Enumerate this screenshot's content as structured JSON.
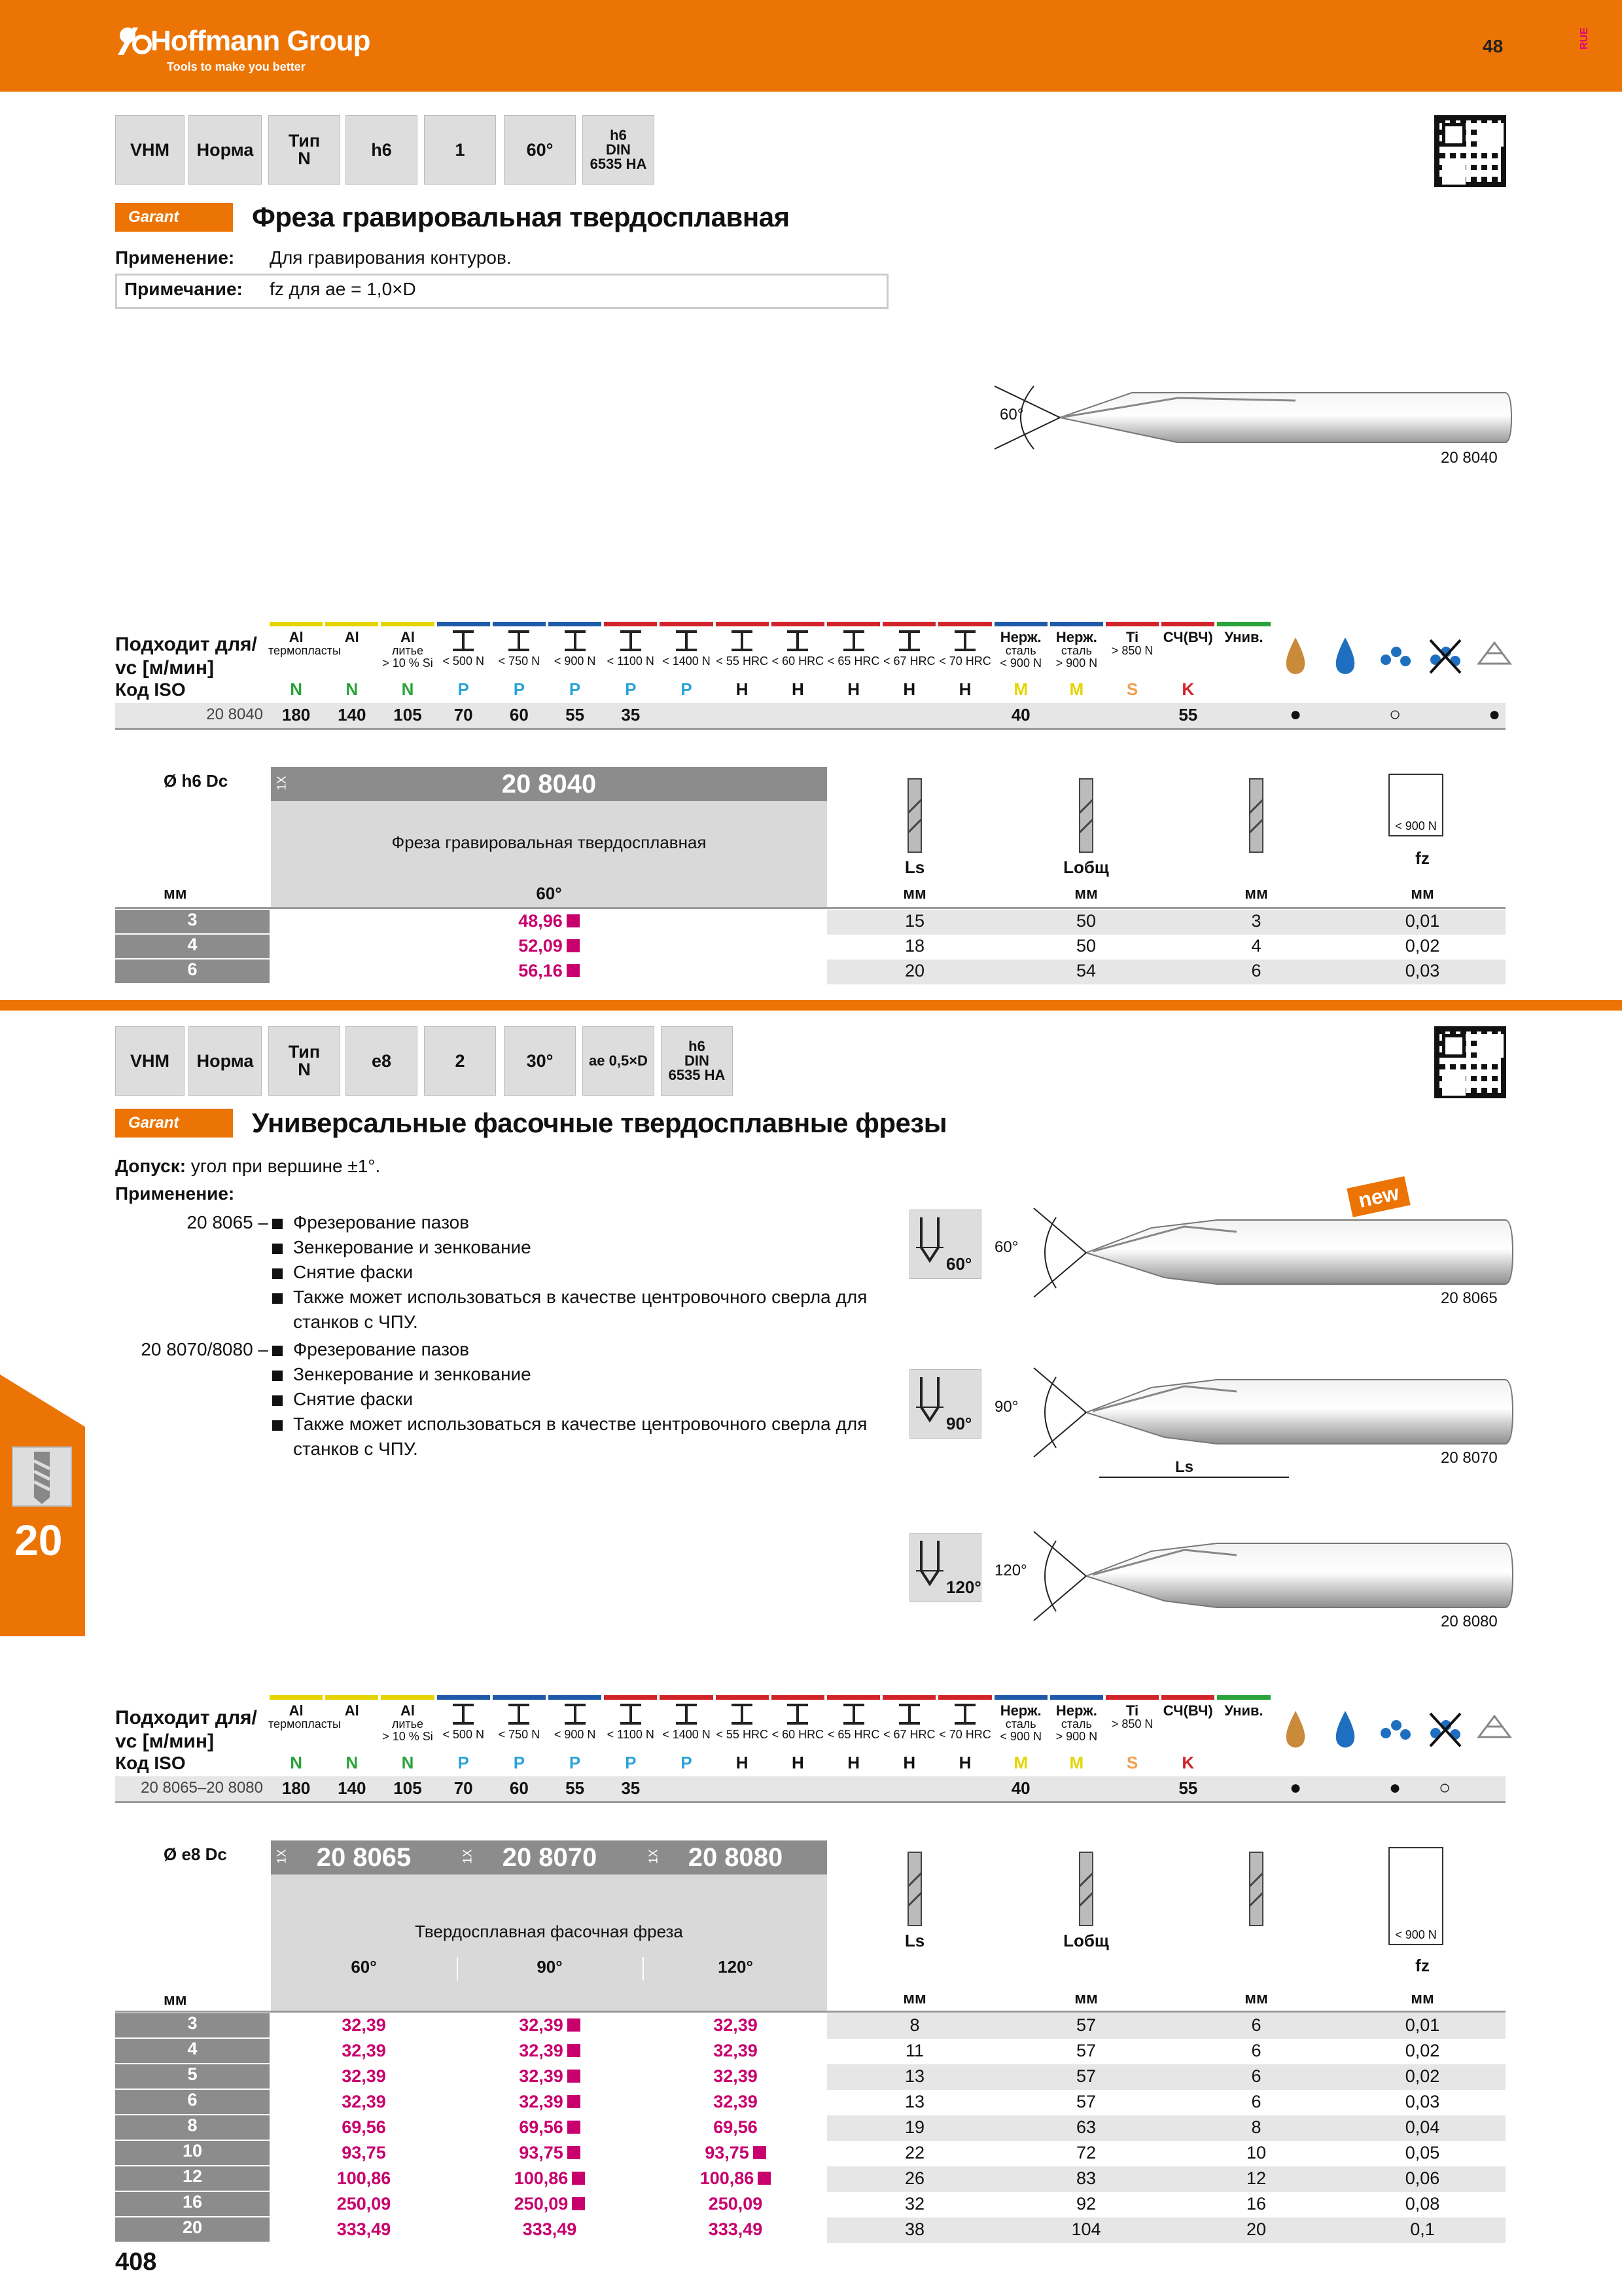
{
  "header": {
    "brand": "Hoffmann Group",
    "tagline": "Tools to make you better",
    "page_number": "48",
    "lang_code": "RUE"
  },
  "section1": {
    "props": [
      {
        "id": "mat",
        "label": "VHM"
      },
      {
        "id": "norm",
        "label": "Норма"
      },
      {
        "id": "type",
        "label": "Тип\nN"
      },
      {
        "id": "tol",
        "label": "h6"
      },
      {
        "id": "flutes",
        "label": "1"
      },
      {
        "id": "angle",
        "label": "60°"
      },
      {
        "id": "din",
        "label": "h6\nDIN\n6535 HA"
      }
    ],
    "brand": "Garant",
    "title": "Фреза гравировальная твердосплавная",
    "application_label": "Применение:",
    "application_text": "Для гравирования контуров.",
    "note_label": "Примечание:",
    "note_text": "fz для ae = 1,0×D",
    "angle_label": "60°",
    "article": "20 8040"
  },
  "materials": {
    "header_title": "Подходит для/",
    "header_vc": "vc [м/мин]",
    "iso_label": "Код ISO",
    "columns": [
      {
        "top": "Al",
        "sub": "термопласты",
        "color": "#e5d400"
      },
      {
        "top": "Al",
        "sub": "",
        "color": "#e5d400"
      },
      {
        "top": "Al",
        "sub": "литье\n> 10 % Si",
        "color": "#e5d400"
      },
      {
        "top": "",
        "sub": "< 500 N",
        "color": "#1e5aa8"
      },
      {
        "top": "",
        "sub": "< 750 N",
        "color": "#1e5aa8"
      },
      {
        "top": "",
        "sub": "< 900 N",
        "color": "#1e5aa8"
      },
      {
        "top": "",
        "sub": "< 1100 N",
        "color": "#d2232a"
      },
      {
        "top": "",
        "sub": "< 1400 N",
        "color": "#d2232a"
      },
      {
        "top": "",
        "sub": "< 55 HRC",
        "color": "#d2232a"
      },
      {
        "top": "",
        "sub": "< 60 HRC",
        "color": "#d2232a"
      },
      {
        "top": "",
        "sub": "< 65 HRC",
        "color": "#d2232a"
      },
      {
        "top": "",
        "sub": "< 67 HRC",
        "color": "#d2232a"
      },
      {
        "top": "",
        "sub": "< 70 HRC",
        "color": "#d2232a"
      },
      {
        "top": "Нерж.",
        "sub": "сталь\n< 900 N",
        "color": "#1e5aa8"
      },
      {
        "top": "Нерж.",
        "sub": "сталь\n> 900 N",
        "color": "#1e5aa8"
      },
      {
        "top": "Ti",
        "sub": "> 850 N",
        "color": "#d2232a"
      },
      {
        "top": "СЧ(ВЧ)",
        "sub": "",
        "color": "#d2232a"
      },
      {
        "top": "Унив.",
        "sub": "",
        "color": "#2aa33a"
      }
    ],
    "iso_codes": [
      "N",
      "N",
      "N",
      "P",
      "P",
      "P",
      "P",
      "P",
      "H",
      "H",
      "H",
      "H",
      "H",
      "M",
      "M",
      "S",
      "K",
      ""
    ],
    "iso_colors": [
      "#2aa33a",
      "#2aa33a",
      "#2aa33a",
      "#2aa3d9",
      "#2aa3d9",
      "#2aa3d9",
      "#2aa3d9",
      "#2aa3d9",
      "#111",
      "#111",
      "#111",
      "#111",
      "#111",
      "#e5d400",
      "#e5d400",
      "#f0a050",
      "#d2232a",
      ""
    ],
    "row1_article": "20 8040",
    "row1_values": [
      "180",
      "140",
      "105",
      "70",
      "60",
      "55",
      "35",
      "",
      "",
      "",
      "",
      "",
      "",
      "40",
      "",
      "",
      "55",
      ""
    ],
    "row1_cool": [
      "●",
      "",
      "○",
      "",
      "●"
    ],
    "row2_article": "20 8065–20 8080",
    "row2_values": [
      "180",
      "140",
      "105",
      "70",
      "60",
      "55",
      "35",
      "",
      "",
      "",
      "",
      "",
      "",
      "40",
      "",
      "",
      "55",
      ""
    ],
    "row2_cool": [
      "●",
      "",
      "●",
      "○",
      ""
    ]
  },
  "table1": {
    "dia_label": "Ø h6 Dc",
    "article": "20 8040",
    "qty_label": "1X",
    "product_name": "Фреза гравировальная твердосплавная",
    "unit_mm": "мм",
    "angle_col": "60°",
    "col_ls": "Ls",
    "col_lt": "Lобщ",
    "col_d": "",
    "col_f": "fz",
    "col_f_sub": "< 900 N",
    "rows": [
      {
        "d": "3",
        "price": "48,96",
        "ls": "15",
        "lt": "50",
        "dc": "3",
        "fz": "0,01"
      },
      {
        "d": "4",
        "price": "52,09",
        "ls": "18",
        "lt": "50",
        "dc": "4",
        "fz": "0,02"
      },
      {
        "d": "6",
        "price": "56,16",
        "ls": "20",
        "lt": "54",
        "dc": "6",
        "fz": "0,03"
      }
    ]
  },
  "section2": {
    "props": [
      {
        "id": "mat",
        "label": "VHM"
      },
      {
        "id": "norm",
        "label": "Норма"
      },
      {
        "id": "type",
        "label": "Тип\nN"
      },
      {
        "id": "tol",
        "label": "e8"
      },
      {
        "id": "flutes",
        "label": "2"
      },
      {
        "id": "helix",
        "label": "30°"
      },
      {
        "id": "ae",
        "label": "ae 0,5×D"
      },
      {
        "id": "din",
        "label": "h6\nDIN\n6535 HA"
      }
    ],
    "brand": "Garant",
    "title": "Универсальные фасочные твердосплавные фрезы",
    "tolerance_label": "Допуск:",
    "tolerance_text": "угол при вершине ±1°.",
    "application_label": "Применение:",
    "groups": [
      {
        "code": "20 8065 –",
        "items": [
          "Фрезерование пазов",
          "Зенкерование и зенкование",
          "Снятие фаски",
          "Также может использоваться в качестве центровочного сверла для",
          "станков с ЧПУ."
        ]
      },
      {
        "code": "20 8070/8080 –",
        "items": [
          "Фрезерование пазов",
          "Зенкерование и зенкование",
          "Снятие фаски",
          "Также может использоваться в качестве центровочного сверла для",
          "станков с ЧПУ."
        ]
      }
    ],
    "new_badge": "new",
    "tools": [
      {
        "angle": "60°",
        "icon_angle": "60°",
        "article": "20 8065"
      },
      {
        "angle": "90°",
        "icon_angle": "90°",
        "article": "20 8070"
      },
      {
        "angle": "120°",
        "icon_angle": "120°",
        "article": "20 8080",
        "ls": "Ls"
      }
    ]
  },
  "table2": {
    "dia_label": "Ø e8 Dc",
    "qty_label": "1X",
    "articles": [
      "20 8065",
      "20 8070",
      "20 8080"
    ],
    "product_name": "Твердосплавная фасочная фреза",
    "unit_mm": "мм",
    "angles": [
      "60°",
      "90°",
      "120°"
    ],
    "col_ls": "Ls",
    "col_lt": "Lобщ",
    "col_f": "fz",
    "col_f_sub": "< 900 N",
    "rows": [
      {
        "d": "3",
        "p": [
          "32,39",
          "32,39",
          "32,39"
        ],
        "sq": [
          false,
          true,
          false
        ],
        "ls": "8",
        "lt": "57",
        "dc": "6",
        "fz": "0,01"
      },
      {
        "d": "4",
        "p": [
          "32,39",
          "32,39",
          "32,39"
        ],
        "sq": [
          false,
          true,
          false
        ],
        "ls": "11",
        "lt": "57",
        "dc": "6",
        "fz": "0,02"
      },
      {
        "d": "5",
        "p": [
          "32,39",
          "32,39",
          "32,39"
        ],
        "sq": [
          false,
          true,
          false
        ],
        "ls": "13",
        "lt": "57",
        "dc": "6",
        "fz": "0,02"
      },
      {
        "d": "6",
        "p": [
          "32,39",
          "32,39",
          "32,39"
        ],
        "sq": [
          false,
          true,
          false
        ],
        "ls": "13",
        "lt": "57",
        "dc": "6",
        "fz": "0,03"
      },
      {
        "d": "8",
        "p": [
          "69,56",
          "69,56",
          "69,56"
        ],
        "sq": [
          false,
          true,
          false
        ],
        "ls": "19",
        "lt": "63",
        "dc": "8",
        "fz": "0,04"
      },
      {
        "d": "10",
        "p": [
          "93,75",
          "93,75",
          "93,75"
        ],
        "sq": [
          false,
          true,
          true
        ],
        "ls": "22",
        "lt": "72",
        "dc": "10",
        "fz": "0,05"
      },
      {
        "d": "12",
        "p": [
          "100,86",
          "100,86",
          "100,86"
        ],
        "sq": [
          false,
          true,
          true
        ],
        "ls": "26",
        "lt": "83",
        "dc": "12",
        "fz": "0,06"
      },
      {
        "d": "16",
        "p": [
          "250,09",
          "250,09",
          "250,09"
        ],
        "sq": [
          false,
          true,
          false
        ],
        "ls": "32",
        "lt": "92",
        "dc": "16",
        "fz": "0,08"
      },
      {
        "d": "20",
        "p": [
          "333,49",
          "333,49",
          "333,49"
        ],
        "sq": [
          false,
          false,
          false
        ],
        "ls": "38",
        "lt": "104",
        "dc": "20",
        "fz": "0,1"
      }
    ]
  },
  "side_tab": "20",
  "footer_page": "408"
}
